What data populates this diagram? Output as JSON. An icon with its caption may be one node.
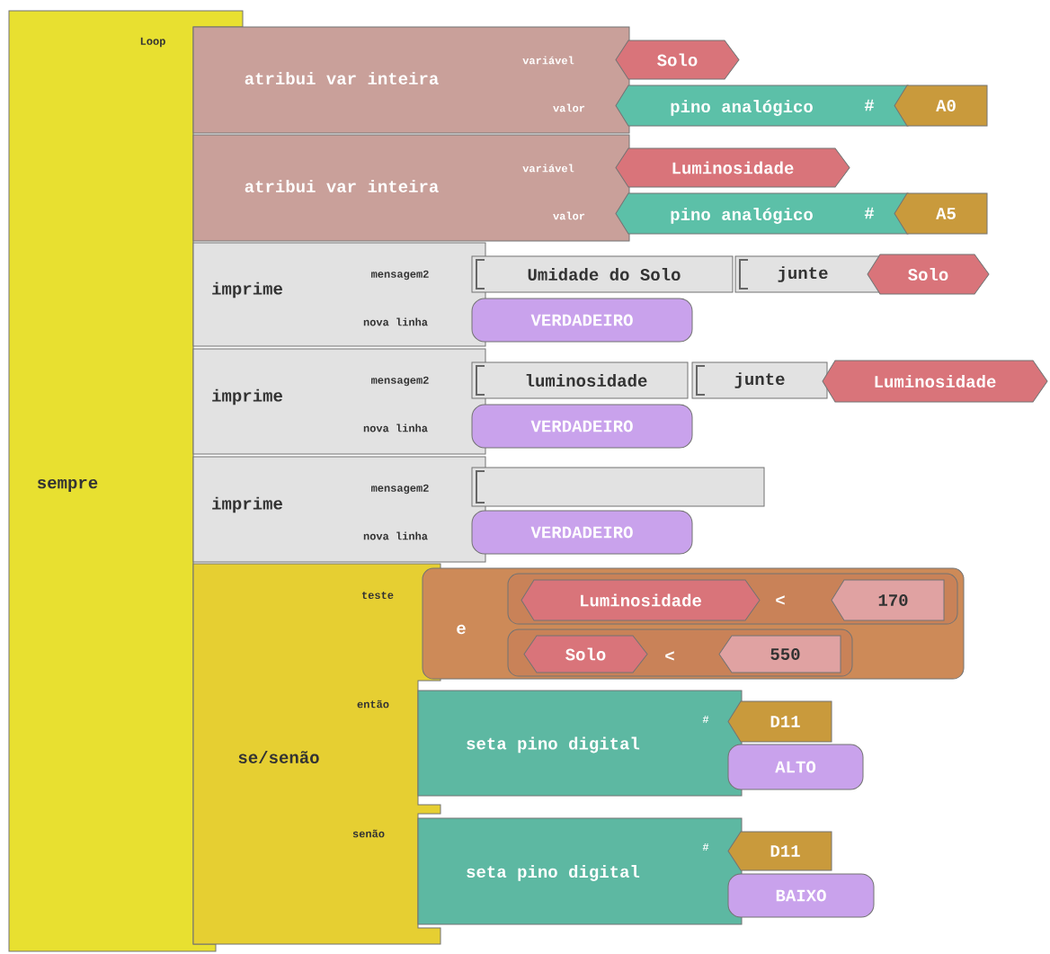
{
  "diagram": {
    "nodes": [
      {
        "text": [
          "sempre",
          "Loop"
        ]
      },
      {
        "text": [
          "atribui var inteira",
          "variável",
          "valor"
        ]
      },
      {
        "text": [
          "Solo"
        ]
      },
      {
        "text": [
          "pino analógico",
          "#"
        ]
      },
      {
        "text": [
          "A0"
        ]
      },
      {
        "text": [
          "atribui var inteira",
          "variável",
          "valor"
        ]
      },
      {
        "text": [
          "Luminosidade"
        ]
      },
      {
        "text": [
          "pino analógico",
          "#"
        ]
      },
      {
        "text": [
          "A5"
        ]
      },
      {
        "text": [
          "imprime",
          "mensagem2",
          "nova linha"
        ]
      },
      {
        "text": [
          "Umidade do Solo"
        ]
      },
      {
        "text": [
          "junte"
        ]
      },
      {
        "text": [
          "Solo"
        ]
      },
      {
        "text": [
          "VERDADEIRO"
        ]
      },
      {
        "text": [
          "imprime",
          "mensagem2",
          "nova linha"
        ]
      },
      {
        "text": [
          "luminosidade"
        ]
      },
      {
        "text": [
          "junte"
        ]
      },
      {
        "text": [
          "Luminosidade"
        ]
      },
      {
        "text": [
          "VERDADEIRO"
        ]
      },
      {
        "text": [
          "imprime",
          "mensagem2",
          "nova linha"
        ]
      },
      {
        "text": [],
        "shape": "box"
      },
      {
        "text": [
          "VERDADEIRO"
        ]
      },
      {
        "text": [
          "se/senão",
          "teste",
          "então",
          "senão"
        ]
      },
      {
        "text": [
          "e"
        ]
      },
      {
        "text": [
          "<"
        ],
        "in": 23
      },
      {
        "text": [
          "Luminosidade"
        ],
        "in": 24
      },
      {
        "text": [
          "170"
        ],
        "in": 24
      },
      {
        "text": [
          "<"
        ],
        "in": 23
      },
      {
        "text": [
          "Solo"
        ],
        "in": 27
      },
      {
        "text": [
          "550"
        ],
        "in": 27
      },
      {
        "text": [
          "seta pino digital",
          "#"
        ]
      },
      {
        "text": [
          "D11"
        ]
      },
      {
        "text": [
          "ALTO"
        ]
      },
      {
        "text": [
          "seta pino digital",
          "#"
        ]
      },
      {
        "text": [
          "D11"
        ]
      },
      {
        "text": [
          "BAIXO"
        ]
      }
    ]
  }
}
